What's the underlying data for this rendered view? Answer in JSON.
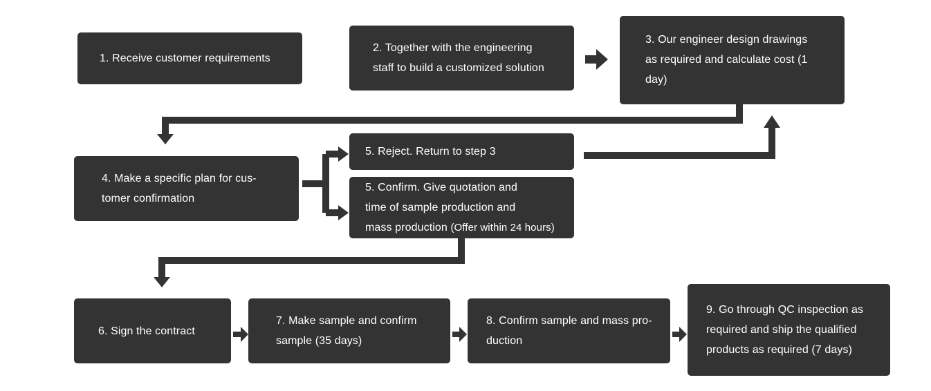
{
  "steps": {
    "s1": "1. Receive customer requirements",
    "s2": [
      "2. Together with the engineering",
      "staff to build a customized solution"
    ],
    "s3": [
      "3. Our engineer design drawings",
      "as required and calculate cost (1",
      "day)"
    ],
    "s4": [
      "4. Make a specific plan for cus-",
      "tomer confirmation"
    ],
    "s5_reject": "5. Reject. Return to step 3",
    "s5_confirm": [
      "5. Confirm. Give quotation and",
      "time of sample production and",
      "mass production",
      "(Offer within 24 hours)"
    ],
    "s6": "6. Sign the contract",
    "s7": [
      "7. Make sample and confirm",
      "sample",
      "(35 days)"
    ],
    "s8": [
      "8. Confirm sample and mass pro-",
      "duction"
    ],
    "s9": [
      "9. Go through QC inspection as",
      "required and ship the qualified",
      "products as required (7 days)"
    ]
  },
  "colors": {
    "box_fill": "#333333",
    "box_text": "#ffffff",
    "connector": "#333333",
    "background": "#ffffff"
  }
}
